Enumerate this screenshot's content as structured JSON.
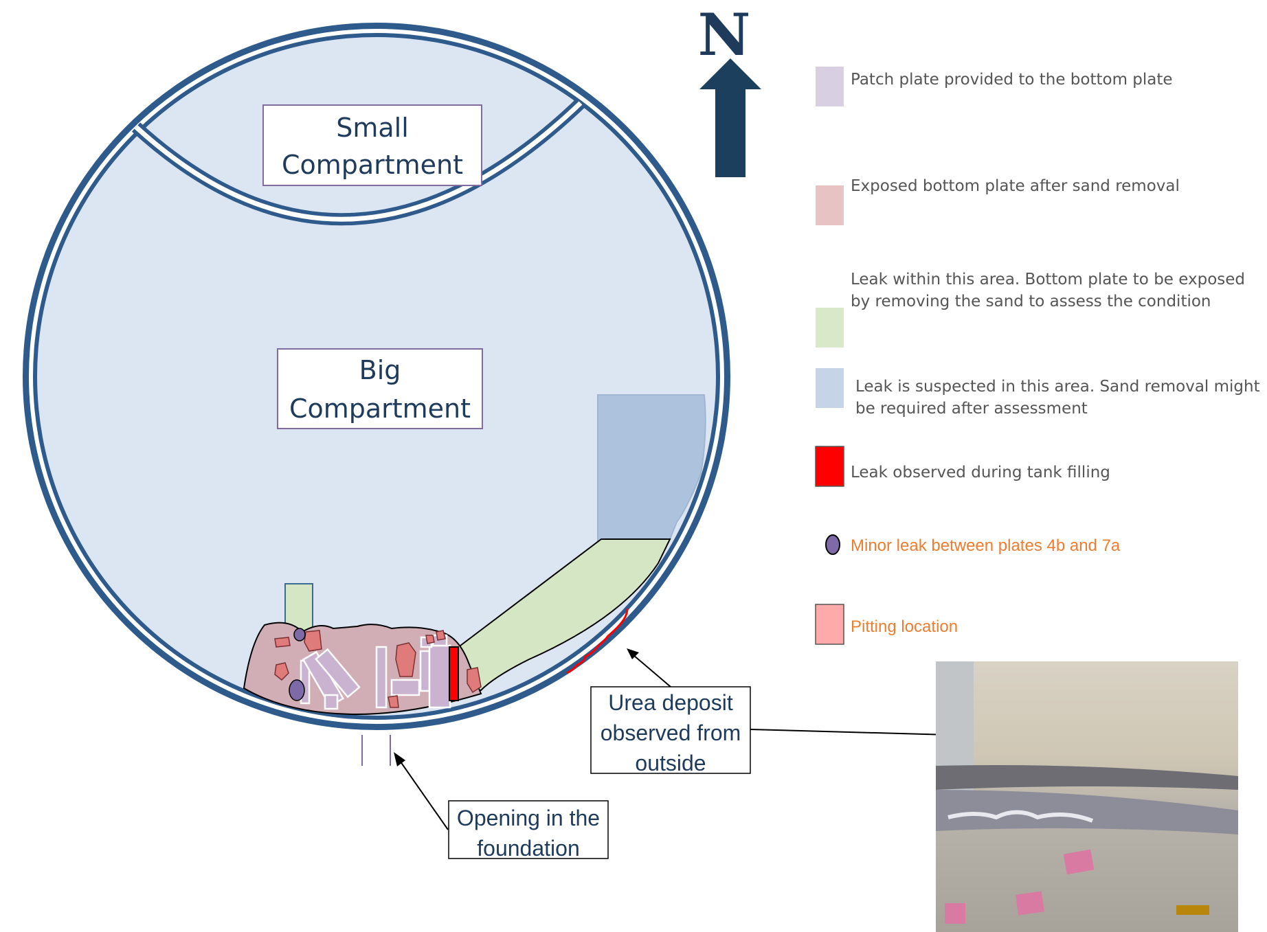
{
  "north_label": "N",
  "compartments": {
    "small": [
      "Small",
      "Compartment"
    ],
    "big": [
      "Big",
      "Compartment"
    ]
  },
  "legend": [
    {
      "text": [
        "Patch plate provided to the bottom plate"
      ],
      "color": "#d9cfe3",
      "style": "gray"
    },
    {
      "text": [
        "Exposed bottom plate after sand removal"
      ],
      "color": "#e8c3c3",
      "style": "gray"
    },
    {
      "text": [
        "Leak within this area. Bottom plate to be exposed",
        "by removing the sand to assess the condition"
      ],
      "color": "#d8e8c8",
      "style": "gray"
    },
    {
      "text": [
        "Leak is suspected in this area. Sand removal might",
        "be required after assessment"
      ],
      "color": "#c5d4e6",
      "style": "gray"
    },
    {
      "text": [
        "Leak observed during tank filling"
      ],
      "color": "#ff0000",
      "style": "gray"
    },
    {
      "text": [
        "Minor leak between plates 4b and 7a"
      ],
      "color": "#7e6aa6",
      "style": "orange",
      "marker": "ellipse"
    },
    {
      "text": [
        "Pitting location"
      ],
      "color": "#ffaaaa",
      "style": "orange"
    }
  ],
  "callouts": {
    "urea": [
      "Urea deposit",
      "observed from",
      "outside"
    ],
    "opening": [
      "Opening in the",
      "foundation"
    ]
  },
  "colors": {
    "tank_fill": "#dce5f2",
    "tank_ring": "#2e5a8c",
    "arrow": "#1c3f5e",
    "exposed": "#d1aeb6",
    "green_area": "#d4e6c4",
    "blue_area": "#adc3dd",
    "pitting": "#e07b7b",
    "leak_red": "#ff0000"
  }
}
